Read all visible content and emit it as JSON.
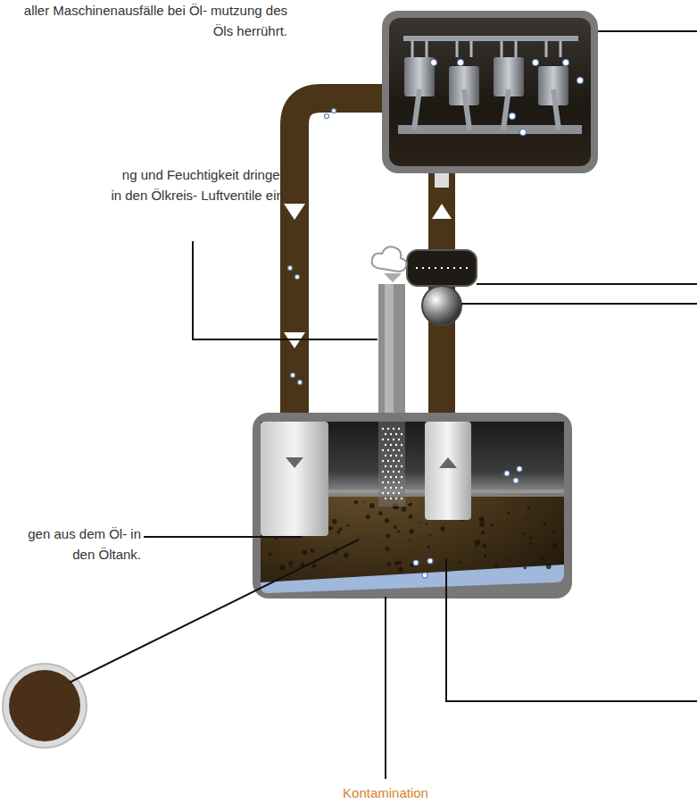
{
  "diagram": {
    "labels": [
      "aller Maschinenausfälle bei Öl- mutzung des Öls herrührt.",
      "ng und Feuchtigkeit dringen in den Ölkreis- Luftventile ein.",
      "gen aus dem Öl- in den Öltank.",
      "Kontamination"
    ]
  }
}
